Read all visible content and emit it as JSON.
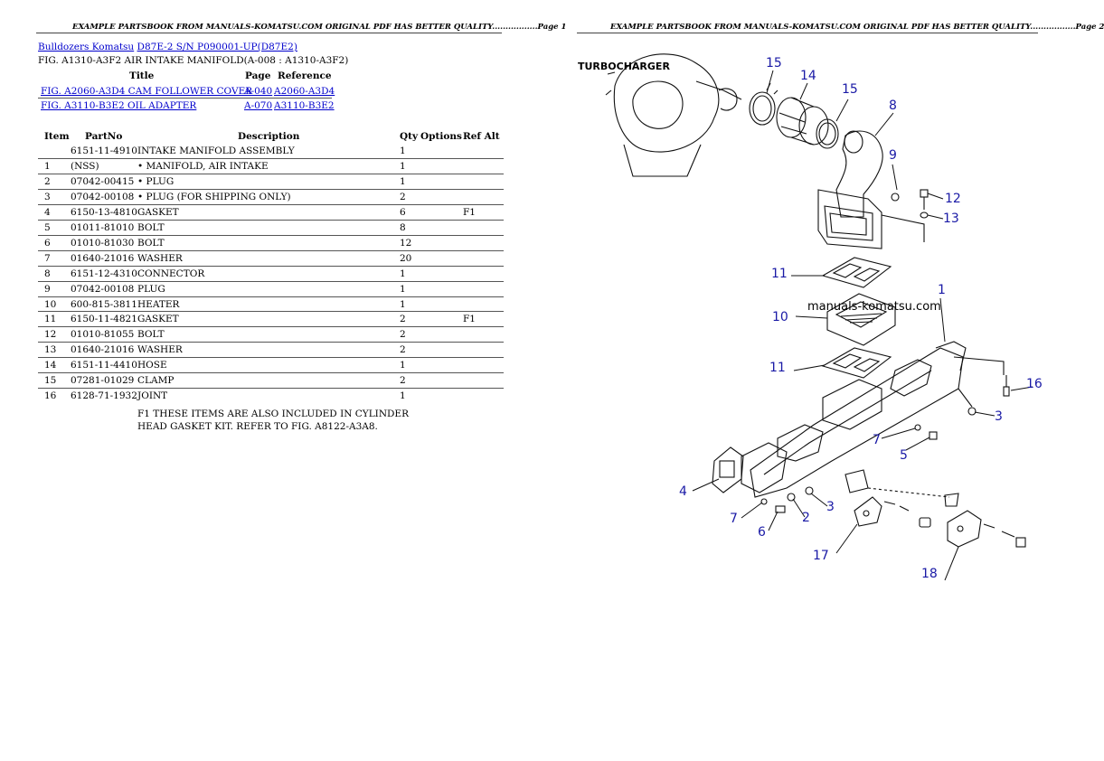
{
  "page1": {
    "header": "EXAMPLE PARTSBOOK FROM MANUALS-KOMATSU.COM ORIGINAL PDF HAS BETTER QUALITY.................Page 1",
    "breadcrumb": {
      "brand": "Bulldozers Komatsu",
      "model": "D87E-2 S/N P090001-UP(D87E2)"
    },
    "fig_title": "FIG. A1310-A3F2 AIR INTAKE MANIFOLD(A-008 : A1310-A3F2)",
    "ref_headers": {
      "title": "Title",
      "page": "Page",
      "reference": "Reference"
    },
    "refs": [
      {
        "title": "FIG. A2060-A3D4 CAM FOLLOWER COVER",
        "page": "A-040",
        "reference": "A2060-A3D4"
      },
      {
        "title": "FIG. A3110-B3E2 OIL ADAPTER",
        "page": "A-070",
        "reference": "A3110-B3E2"
      }
    ],
    "parts_headers": {
      "item": "Item",
      "partno": "PartNo",
      "description": "Description",
      "qty": "Qty",
      "options": "Options",
      "refalt": "Ref Alt"
    },
    "parts": [
      {
        "item": "",
        "partno": "6151-11-4910",
        "desc": "INTAKE MANIFOLD ASSEMBLY",
        "qty": "1",
        "ref": ""
      },
      {
        "item": "1",
        "partno": "(NSS)",
        "desc": "• MANIFOLD, AIR INTAKE",
        "qty": "1",
        "ref": ""
      },
      {
        "item": "2",
        "partno": "07042-00415",
        "desc": "• PLUG",
        "qty": "1",
        "ref": ""
      },
      {
        "item": "3",
        "partno": "07042-00108",
        "desc": "• PLUG (FOR SHIPPING ONLY)",
        "qty": "2",
        "ref": ""
      },
      {
        "item": "4",
        "partno": "6150-13-4810",
        "desc": "GASKET",
        "qty": "6",
        "ref": "F1"
      },
      {
        "item": "5",
        "partno": "01011-81010",
        "desc": "BOLT",
        "qty": "8",
        "ref": ""
      },
      {
        "item": "6",
        "partno": "01010-81030",
        "desc": "BOLT",
        "qty": "12",
        "ref": ""
      },
      {
        "item": "7",
        "partno": "01640-21016",
        "desc": "WASHER",
        "qty": "20",
        "ref": ""
      },
      {
        "item": "8",
        "partno": "6151-12-4310",
        "desc": "CONNECTOR",
        "qty": "1",
        "ref": ""
      },
      {
        "item": "9",
        "partno": "07042-00108",
        "desc": "PLUG",
        "qty": "1",
        "ref": ""
      },
      {
        "item": "10",
        "partno": "600-815-3811",
        "desc": "HEATER",
        "qty": "1",
        "ref": ""
      },
      {
        "item": "11",
        "partno": "6150-11-4821",
        "desc": "GASKET",
        "qty": "2",
        "ref": "F1"
      },
      {
        "item": "12",
        "partno": "01010-81055",
        "desc": "BOLT",
        "qty": "2",
        "ref": ""
      },
      {
        "item": "13",
        "partno": "01640-21016",
        "desc": "WASHER",
        "qty": "2",
        "ref": ""
      },
      {
        "item": "14",
        "partno": "6151-11-4410",
        "desc": "HOSE",
        "qty": "1",
        "ref": ""
      },
      {
        "item": "15",
        "partno": "07281-01029",
        "desc": "CLAMP",
        "qty": "2",
        "ref": ""
      },
      {
        "item": "16",
        "partno": "6128-71-1932",
        "desc": "JOINT",
        "qty": "1",
        "ref": ""
      }
    ],
    "note_line1": "F1 THESE ITEMS ARE ALSO INCLUDED IN CYLINDER",
    "note_line2": "HEAD GASKET KIT. REFER TO FIG. A8122-A3A8."
  },
  "page2": {
    "header": "EXAMPLE PARTSBOOK FROM MANUALS-KOMATSU.COM ORIGINAL PDF HAS BETTER QUALITY.................Page 2",
    "diagram": {
      "turbo_label": "TURBOCHARGER",
      "watermark": "manuals-komatsu.com",
      "callouts": [
        "15",
        "14",
        "15",
        "8",
        "9",
        "12",
        "13",
        "11",
        "1",
        "10",
        "11",
        "16",
        "3",
        "7",
        "5",
        "4",
        "7",
        "6",
        "2",
        "3",
        "17",
        "18"
      ]
    }
  }
}
